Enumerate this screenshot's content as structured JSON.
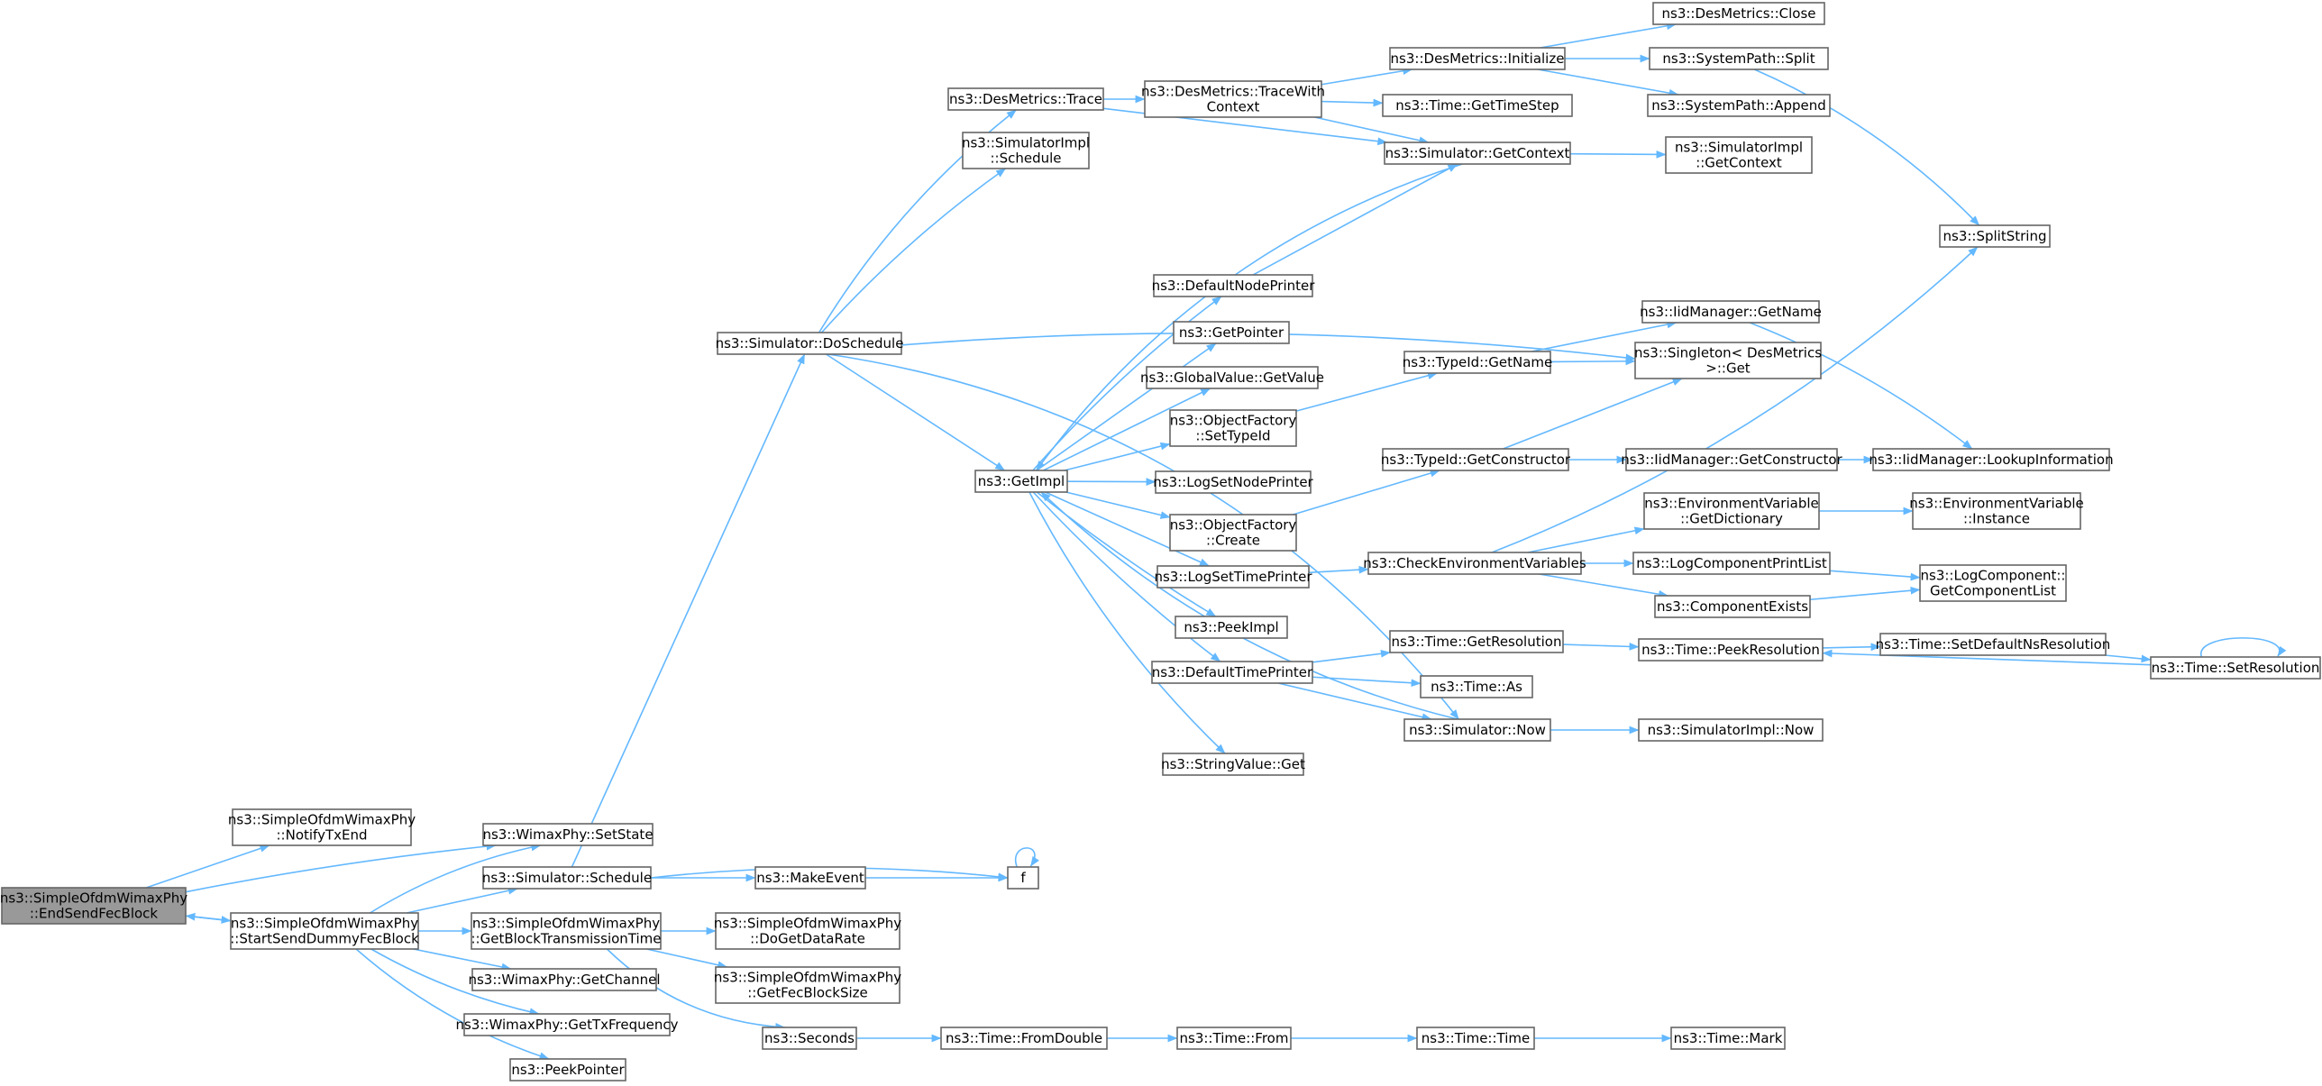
{
  "graph": {
    "root": "root",
    "nodes": [
      {
        "id": "root",
        "lines": [
          "ns3::SimpleOfdmWimaxPhy",
          "::EndSendFecBlock"
        ]
      },
      {
        "id": "notifyTxEnd",
        "lines": [
          "ns3::SimpleOfdmWimaxPhy",
          "::NotifyTxEnd"
        ]
      },
      {
        "id": "setState",
        "lines": [
          "ns3::WimaxPhy::SetState"
        ]
      },
      {
        "id": "startSendDummy",
        "lines": [
          "ns3::SimpleOfdmWimaxPhy",
          "::StartSendDummyFecBlock"
        ]
      },
      {
        "id": "simSchedule",
        "lines": [
          "ns3::Simulator::Schedule"
        ]
      },
      {
        "id": "getBlockTx",
        "lines": [
          "ns3::SimpleOfdmWimaxPhy",
          "::GetBlockTransmissionTime"
        ]
      },
      {
        "id": "getChannel",
        "lines": [
          "ns3::WimaxPhy::GetChannel"
        ]
      },
      {
        "id": "getTxFreq",
        "lines": [
          "ns3::WimaxPhy::GetTxFrequency"
        ]
      },
      {
        "id": "peekPointer",
        "lines": [
          "ns3::PeekPointer"
        ]
      },
      {
        "id": "makeEvent",
        "lines": [
          "ns3::MakeEvent"
        ]
      },
      {
        "id": "f",
        "lines": [
          "f"
        ]
      },
      {
        "id": "doGetDataRate",
        "lines": [
          "ns3::SimpleOfdmWimaxPhy",
          "::DoGetDataRate"
        ]
      },
      {
        "id": "getFecBlockSize",
        "lines": [
          "ns3::SimpleOfdmWimaxPhy",
          "::GetFecBlockSize"
        ]
      },
      {
        "id": "seconds",
        "lines": [
          "ns3::Seconds"
        ]
      },
      {
        "id": "fromDouble",
        "lines": [
          "ns3::Time::FromDouble"
        ]
      },
      {
        "id": "timeFrom",
        "lines": [
          "ns3::Time::From"
        ]
      },
      {
        "id": "timeTime",
        "lines": [
          "ns3::Time::Time"
        ]
      },
      {
        "id": "timeMark",
        "lines": [
          "ns3::Time::Mark"
        ]
      },
      {
        "id": "doSchedule",
        "lines": [
          "ns3::Simulator::DoSchedule"
        ]
      },
      {
        "id": "desTrace",
        "lines": [
          "ns3::DesMetrics::Trace"
        ]
      },
      {
        "id": "simImplSchedule",
        "lines": [
          "ns3::SimulatorImpl",
          "::Schedule"
        ]
      },
      {
        "id": "getImpl",
        "lines": [
          "ns3::GetImpl"
        ]
      },
      {
        "id": "traceWithContext",
        "lines": [
          "ns3::DesMetrics::TraceWith",
          "Context"
        ]
      },
      {
        "id": "desInit",
        "lines": [
          "ns3::DesMetrics::Initialize"
        ]
      },
      {
        "id": "getTimeStep",
        "lines": [
          "ns3::Time::GetTimeStep"
        ]
      },
      {
        "id": "simGetContext",
        "lines": [
          "ns3::Simulator::GetContext"
        ]
      },
      {
        "id": "desClose",
        "lines": [
          "ns3::DesMetrics::Close"
        ]
      },
      {
        "id": "sysSplit",
        "lines": [
          "ns3::SystemPath::Split"
        ]
      },
      {
        "id": "sysAppend",
        "lines": [
          "ns3::SystemPath::Append"
        ]
      },
      {
        "id": "simImplGetContext",
        "lines": [
          "ns3::SimulatorImpl",
          "::GetContext"
        ]
      },
      {
        "id": "splitString",
        "lines": [
          "ns3::SplitString"
        ]
      },
      {
        "id": "defNodePrinter",
        "lines": [
          "ns3::DefaultNodePrinter"
        ]
      },
      {
        "id": "getPointer",
        "lines": [
          "ns3::GetPointer"
        ]
      },
      {
        "id": "globalGetValue",
        "lines": [
          "ns3::GlobalValue::GetValue"
        ]
      },
      {
        "id": "ofSetTypeId",
        "lines": [
          "ns3::ObjectFactory",
          "::SetTypeId"
        ]
      },
      {
        "id": "logSetNodePrinter",
        "lines": [
          "ns3::LogSetNodePrinter"
        ]
      },
      {
        "id": "ofCreate",
        "lines": [
          "ns3::ObjectFactory",
          "::Create"
        ]
      },
      {
        "id": "logSetTimePrinter",
        "lines": [
          "ns3::LogSetTimePrinter"
        ]
      },
      {
        "id": "peekImpl",
        "lines": [
          "ns3::PeekImpl"
        ]
      },
      {
        "id": "defTimePrinter",
        "lines": [
          "ns3::DefaultTimePrinter"
        ]
      },
      {
        "id": "stringValueGet",
        "lines": [
          "ns3::StringValue::Get"
        ]
      },
      {
        "id": "typeIdGetName",
        "lines": [
          "ns3::TypeId::GetName"
        ]
      },
      {
        "id": "typeIdGetCtor",
        "lines": [
          "ns3::TypeId::GetConstructor"
        ]
      },
      {
        "id": "checkEnv",
        "lines": [
          "ns3::CheckEnvironmentVariables"
        ]
      },
      {
        "id": "timeGetRes",
        "lines": [
          "ns3::Time::GetResolution"
        ]
      },
      {
        "id": "timeAs",
        "lines": [
          "ns3::Time::As"
        ]
      },
      {
        "id": "simNow",
        "lines": [
          "ns3::Simulator::Now"
        ]
      },
      {
        "id": "iidGetName",
        "lines": [
          "ns3::IidManager::GetName"
        ]
      },
      {
        "id": "singletonGet",
        "lines": [
          "ns3::Singleton< DesMetrics",
          " >::Get"
        ]
      },
      {
        "id": "iidGetCtor",
        "lines": [
          "ns3::IidManager::GetConstructor"
        ]
      },
      {
        "id": "envGetDict",
        "lines": [
          "ns3::EnvironmentVariable",
          "::GetDictionary"
        ]
      },
      {
        "id": "logCompPrintList",
        "lines": [
          "ns3::LogComponentPrintList"
        ]
      },
      {
        "id": "compExists",
        "lines": [
          "ns3::ComponentExists"
        ]
      },
      {
        "id": "timePeekRes",
        "lines": [
          "ns3::Time::PeekResolution"
        ]
      },
      {
        "id": "simImplNow",
        "lines": [
          "ns3::SimulatorImpl::Now"
        ]
      },
      {
        "id": "iidLookup",
        "lines": [
          "ns3::IidManager::LookupInformation"
        ]
      },
      {
        "id": "envInstance",
        "lines": [
          "ns3::EnvironmentVariable",
          "::Instance"
        ]
      },
      {
        "id": "logCompList",
        "lines": [
          "ns3::LogComponent::",
          "GetComponentList"
        ]
      },
      {
        "id": "timeSetDefNsRes",
        "lines": [
          "ns3::Time::SetDefaultNsResolution"
        ]
      },
      {
        "id": "timeSetRes",
        "lines": [
          "ns3::Time::SetResolution"
        ]
      }
    ],
    "edges": [
      [
        "root",
        "notifyTxEnd"
      ],
      [
        "root",
        "setState"
      ],
      [
        "root",
        "startSendDummy"
      ],
      [
        "startSendDummy",
        "root"
      ],
      [
        "startSendDummy",
        "setState"
      ],
      [
        "startSendDummy",
        "simSchedule"
      ],
      [
        "startSendDummy",
        "getBlockTx"
      ],
      [
        "startSendDummy",
        "getChannel"
      ],
      [
        "startSendDummy",
        "getTxFreq"
      ],
      [
        "startSendDummy",
        "peekPointer"
      ],
      [
        "simSchedule",
        "doSchedule"
      ],
      [
        "simSchedule",
        "makeEvent"
      ],
      [
        "simSchedule",
        "f"
      ],
      [
        "makeEvent",
        "f"
      ],
      [
        "f",
        "f"
      ],
      [
        "getBlockTx",
        "doGetDataRate"
      ],
      [
        "getBlockTx",
        "getFecBlockSize"
      ],
      [
        "getBlockTx",
        "seconds"
      ],
      [
        "seconds",
        "fromDouble"
      ],
      [
        "fromDouble",
        "timeFrom"
      ],
      [
        "timeFrom",
        "timeTime"
      ],
      [
        "timeTime",
        "timeMark"
      ],
      [
        "doSchedule",
        "desTrace"
      ],
      [
        "doSchedule",
        "simImplSchedule"
      ],
      [
        "doSchedule",
        "getImpl"
      ],
      [
        "doSchedule",
        "singletonGet"
      ],
      [
        "doSchedule",
        "simNow"
      ],
      [
        "desTrace",
        "traceWithContext"
      ],
      [
        "desTrace",
        "simGetContext"
      ],
      [
        "traceWithContext",
        "desInit"
      ],
      [
        "traceWithContext",
        "getTimeStep"
      ],
      [
        "traceWithContext",
        "simGetContext"
      ],
      [
        "desInit",
        "desClose"
      ],
      [
        "desInit",
        "sysSplit"
      ],
      [
        "desInit",
        "sysAppend"
      ],
      [
        "sysSplit",
        "splitString"
      ],
      [
        "simGetContext",
        "getImpl"
      ],
      [
        "simGetContext",
        "simImplGetContext"
      ],
      [
        "defNodePrinter",
        "simGetContext"
      ],
      [
        "getImpl",
        "defNodePrinter"
      ],
      [
        "getImpl",
        "getPointer"
      ],
      [
        "getImpl",
        "globalGetValue"
      ],
      [
        "getImpl",
        "ofSetTypeId"
      ],
      [
        "getImpl",
        "logSetNodePrinter"
      ],
      [
        "getImpl",
        "ofCreate"
      ],
      [
        "getImpl",
        "logSetTimePrinter"
      ],
      [
        "getImpl",
        "peekImpl"
      ],
      [
        "getImpl",
        "defTimePrinter"
      ],
      [
        "getImpl",
        "stringValueGet"
      ],
      [
        "ofSetTypeId",
        "typeIdGetName"
      ],
      [
        "ofCreate",
        "typeIdGetCtor"
      ],
      [
        "typeIdGetName",
        "iidGetName"
      ],
      [
        "typeIdGetName",
        "singletonGet"
      ],
      [
        "typeIdGetCtor",
        "singletonGet"
      ],
      [
        "typeIdGetCtor",
        "iidGetCtor"
      ],
      [
        "iidGetName",
        "iidLookup"
      ],
      [
        "iidGetCtor",
        "iidLookup"
      ],
      [
        "logSetTimePrinter",
        "checkEnv"
      ],
      [
        "checkEnv",
        "splitString"
      ],
      [
        "checkEnv",
        "envGetDict"
      ],
      [
        "checkEnv",
        "logCompPrintList"
      ],
      [
        "checkEnv",
        "compExists"
      ],
      [
        "envGetDict",
        "envInstance"
      ],
      [
        "logCompPrintList",
        "logCompList"
      ],
      [
        "compExists",
        "logCompList"
      ],
      [
        "defTimePrinter",
        "timeGetRes"
      ],
      [
        "defTimePrinter",
        "timeAs"
      ],
      [
        "defTimePrinter",
        "simNow"
      ],
      [
        "timeGetRes",
        "timePeekRes"
      ],
      [
        "timePeekRes",
        "timeSetDefNsRes"
      ],
      [
        "timeSetDefNsRes",
        "timeSetRes"
      ],
      [
        "timeSetRes",
        "timePeekRes"
      ],
      [
        "timeSetRes",
        "timeSetRes"
      ],
      [
        "simNow",
        "getImpl"
      ],
      [
        "simNow",
        "simImplNow"
      ]
    ]
  }
}
